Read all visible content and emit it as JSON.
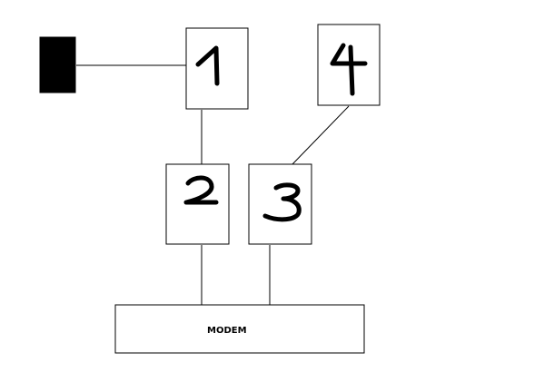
{
  "diagram": {
    "nodes": [
      {
        "id": "node-1",
        "label": "1"
      },
      {
        "id": "node-2",
        "label": "2"
      },
      {
        "id": "node-3",
        "label": "3"
      },
      {
        "id": "node-4",
        "label": "4"
      }
    ],
    "modem": {
      "label": "MODEM"
    },
    "terminal": {
      "fill": "#000000"
    },
    "connections": [
      {
        "from": "terminal",
        "to": "node-1"
      },
      {
        "from": "node-1",
        "to": "node-2"
      },
      {
        "from": "node-4",
        "to": "node-3"
      },
      {
        "from": "node-2",
        "to": "modem"
      },
      {
        "from": "node-3",
        "to": "modem"
      }
    ],
    "colors": {
      "line": "#000000",
      "background": "#ffffff"
    }
  }
}
